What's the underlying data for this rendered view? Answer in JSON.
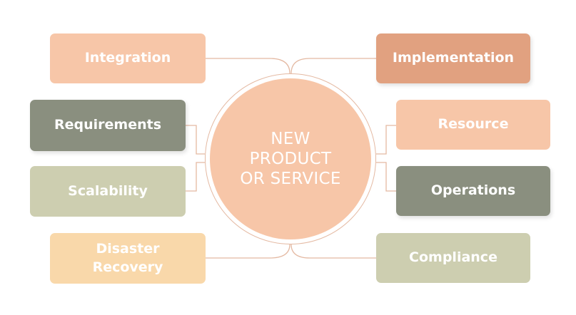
{
  "center": {
    "label": "NEW PRODUCT OR SERVICE",
    "color": "#f7c6a8"
  },
  "nodes": {
    "integration": {
      "label": "Integration",
      "color": "#f7c6a8"
    },
    "requirements": {
      "label": "Requirements",
      "color": "#8a8f7f"
    },
    "scalability": {
      "label": "Scalability",
      "color": "#cdceb0"
    },
    "disaster_recovery": {
      "label": "Disaster Recovery",
      "color": "#f9d8aa"
    },
    "implementation": {
      "label": "Implementation",
      "color": "#e1a180"
    },
    "resource": {
      "label": "Resource",
      "color": "#f7c6a8"
    },
    "operations": {
      "label": "Operations",
      "color": "#8a8f7f"
    },
    "compliance": {
      "label": "Compliance",
      "color": "#cdceb0"
    }
  },
  "connector_color": "#e4b9a2"
}
